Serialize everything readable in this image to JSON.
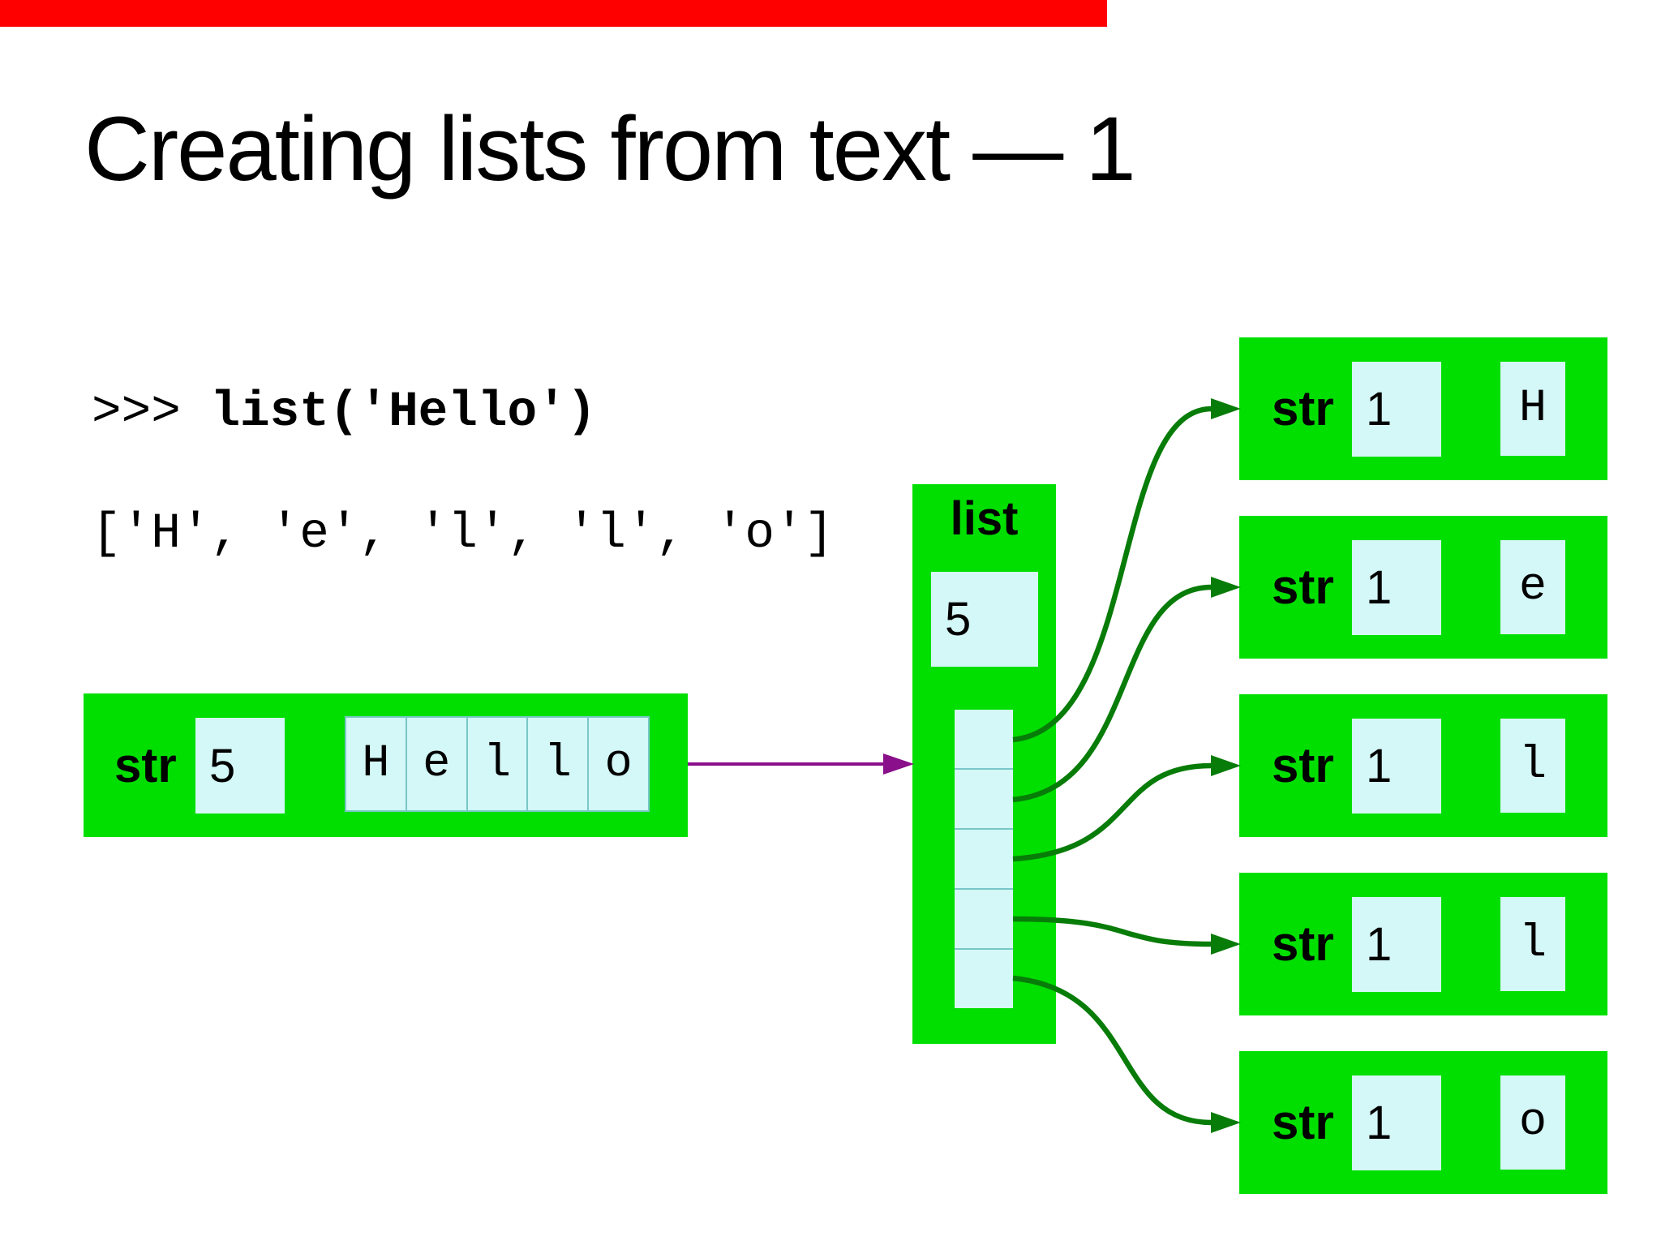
{
  "slide": {
    "title": "Creating lists from text — 1"
  },
  "code": {
    "prompt": ">>> ",
    "command": "list('Hello')",
    "result": "['H', 'e', 'l', 'l', 'o']"
  },
  "source_string": {
    "type_label": "str",
    "length": "5",
    "chars": [
      "H",
      "e",
      "l",
      "l",
      "o"
    ]
  },
  "list_object": {
    "type_label": "list",
    "length": "5",
    "slot_count": "5"
  },
  "char_strings": [
    {
      "type_label": "str",
      "length": "1",
      "char": "H"
    },
    {
      "type_label": "str",
      "length": "1",
      "char": "e"
    },
    {
      "type_label": "str",
      "length": "1",
      "char": "l"
    },
    {
      "type_label": "str",
      "length": "1",
      "char": "l"
    },
    {
      "type_label": "str",
      "length": "1",
      "char": "o"
    }
  ],
  "colors": {
    "red": "#fe0000",
    "green": "#00df00",
    "cell": "#d4f7f7",
    "divider": "#79c7c7",
    "purple": "#8a0f8a",
    "arrow": "#087c08"
  }
}
